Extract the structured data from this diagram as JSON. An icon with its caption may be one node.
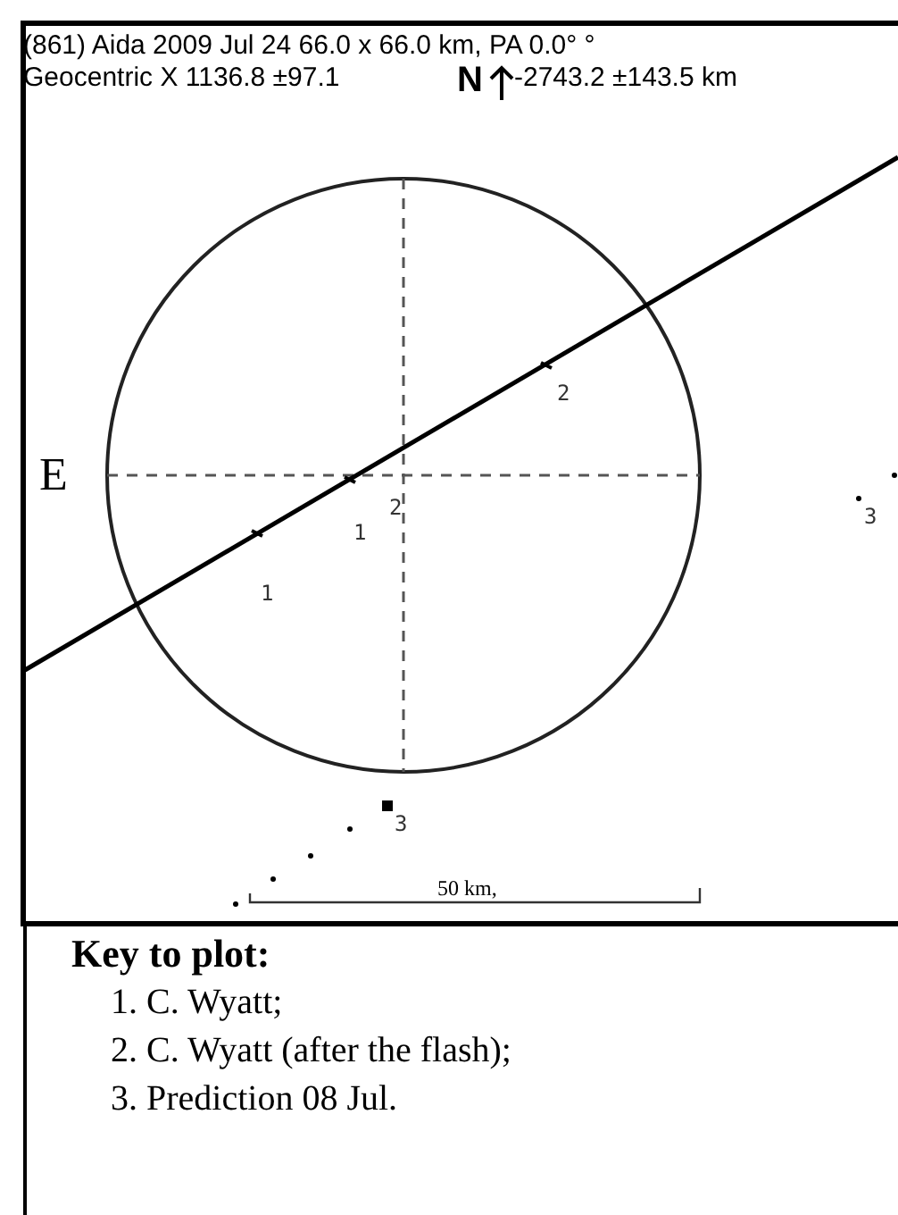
{
  "diagram": {
    "labels": [
      "(861) Aida  2009 Jul 24   66.0 x 66.0 km, PA 0.0° °",
      "Geocentric X 1136.8 ±97.1",
      "N",
      "-2743.2 ±143.5 km",
      "E",
      "2",
      "2",
      "1",
      "1",
      "3",
      "3",
      "50 km,",
      "Key to plot:",
      "1. C. Wyatt;",
      "2. C. Wyatt (after the flash);",
      "3. Prediction 08 Jul."
    ]
  }
}
